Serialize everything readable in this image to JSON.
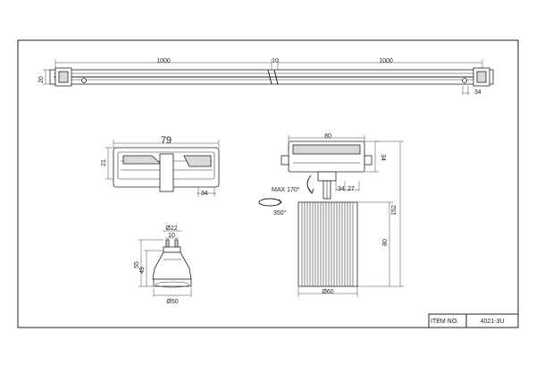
{
  "dimensions": {
    "rail_left": "1000",
    "rail_gap": "10",
    "rail_right": "1000",
    "rail_height": "20",
    "rail_end": "34",
    "adapter_length": "79",
    "adapter_height": "21",
    "adapter_tab": "34",
    "spot_width": "80",
    "spot_head": "34",
    "spot_stem": "34",
    "spot_offset": "27",
    "spot_total": "152",
    "spot_body": "80",
    "spot_dia": "Ø60",
    "tilt": "MAX 170°",
    "rotate": "350°",
    "lamp_top_dia": "Ø22",
    "lamp_pins": "10",
    "lamp_total": "55",
    "lamp_body": "49",
    "lamp_dia": "Ø50"
  },
  "title_block": {
    "item_label": "ITEM NO.",
    "item_value": "4021-3U"
  }
}
